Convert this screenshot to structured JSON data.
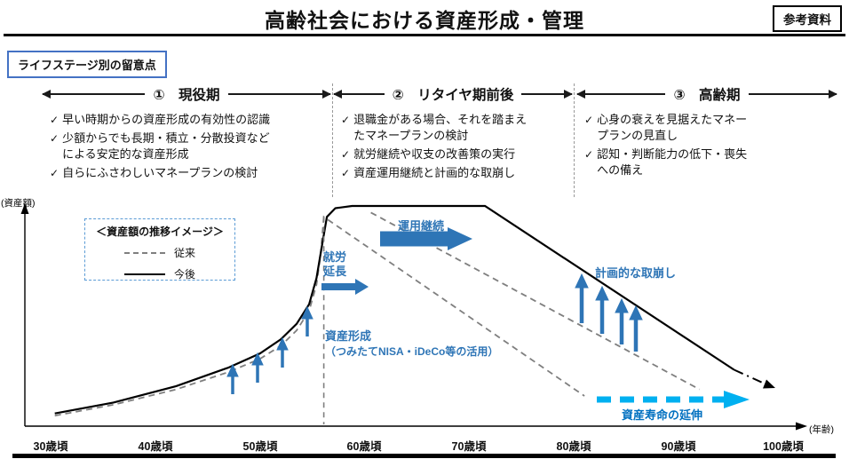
{
  "header": {
    "title": "高齢社会における資産形成・管理",
    "badge": "参考資料"
  },
  "section_label": "ライフステージ別の留意点",
  "glyphs": {
    "check": "✓"
  },
  "stages": [
    {
      "label": "①　現役期",
      "points": [
        "早い時期からの資産形成の有効性の認識",
        "少額からでも長期・積立・分散投資などによる安定的な資産形成",
        "自らにふさわしいマネープランの検討"
      ]
    },
    {
      "label": "②　リタイヤ期前後",
      "points": [
        "退職金がある場合、それを踏まえたマネープランの検討",
        "就労継続や収支の改善策の実行",
        "資産運用継続と計画的な取崩し"
      ]
    },
    {
      "label": "③　高齢期",
      "points": [
        "心身の衰えを見据えたマネープランの見直し",
        "認知・判断能力の低下・喪失への備え"
      ]
    }
  ],
  "chart_data": {
    "type": "line",
    "title": "＜資産額の推移イメージ＞",
    "ylabel": "(資産額)",
    "xlabel": "(年齢)",
    "x_ticks": [
      "30歳頃",
      "40歳頃",
      "50歳頃",
      "60歳頃",
      "70歳頃",
      "80歳頃",
      "90歳頃",
      "100歳頃"
    ],
    "x_tick_ages": [
      30,
      40,
      50,
      60,
      70,
      80,
      90,
      100
    ],
    "y_range_note": "conceptual chart – no numeric scale; values are relative asset level 0-100",
    "legend": [
      {
        "label": "従来",
        "style": "dashed"
      },
      {
        "label": "今後",
        "style": "solid"
      }
    ],
    "series": [
      {
        "key": "conventional",
        "legend": "従来",
        "style": "dashed",
        "color": "#7f7f7f",
        "width": 1.8,
        "points": [
          [
            30.4,
            4
          ],
          [
            36,
            9
          ],
          [
            42,
            16
          ],
          [
            47,
            24
          ],
          [
            50,
            30
          ],
          [
            52,
            36
          ],
          [
            53.5,
            43
          ],
          [
            54.7,
            52
          ],
          [
            55.4,
            64
          ],
          [
            55.8,
            78
          ],
          [
            56.1,
            95
          ],
          [
            81,
            13
          ]
        ]
      },
      {
        "key": "future",
        "legend": "今後",
        "style": "solid",
        "color": "#000000",
        "width": 2.2,
        "points": [
          [
            30.4,
            5
          ],
          [
            36,
            10
          ],
          [
            42,
            17.5
          ],
          [
            47,
            26
          ],
          [
            50,
            32.5
          ],
          [
            52,
            39
          ],
          [
            53.5,
            46
          ],
          [
            54.7,
            55
          ],
          [
            55.4,
            67
          ],
          [
            55.9,
            81
          ],
          [
            56.4,
            95
          ],
          [
            57.2,
            99
          ],
          [
            58.8,
            100
          ],
          [
            71.5,
            100
          ],
          [
            95.3,
            25
          ]
        ]
      },
      {
        "key": "aux-unplanned-decline",
        "legend": "",
        "style": "dashed",
        "color": "#7f7f7f",
        "width": 1.8,
        "points": [
          [
            60.6,
            97
          ],
          [
            92,
            16
          ]
        ]
      },
      {
        "key": "future-extension",
        "legend": "",
        "style": "dashdot",
        "color": "#000000",
        "width": 2,
        "points": [
          [
            95.3,
            25
          ],
          [
            98.6,
            17.8
          ]
        ]
      }
    ],
    "guide_line": {
      "age": 56.1,
      "from_v": 95,
      "to_v": 0,
      "style": "dashed",
      "color": "#7f7f7f"
    },
    "annotations": {
      "work_extension": "就労延長",
      "continue_management": "運用継続",
      "asset_formation_1": "資産形成",
      "asset_formation_2": "（つみたてNISA・iDeCo等の活用）",
      "planned_withdrawal": "計画的な取崩し",
      "asset_longevity": "資産寿命の延伸"
    },
    "accent_colors": {
      "annotation_blue": "#2E75B6",
      "extension_cyan": "#00B0F0",
      "longevity_label_blue": "#0070C0"
    }
  }
}
